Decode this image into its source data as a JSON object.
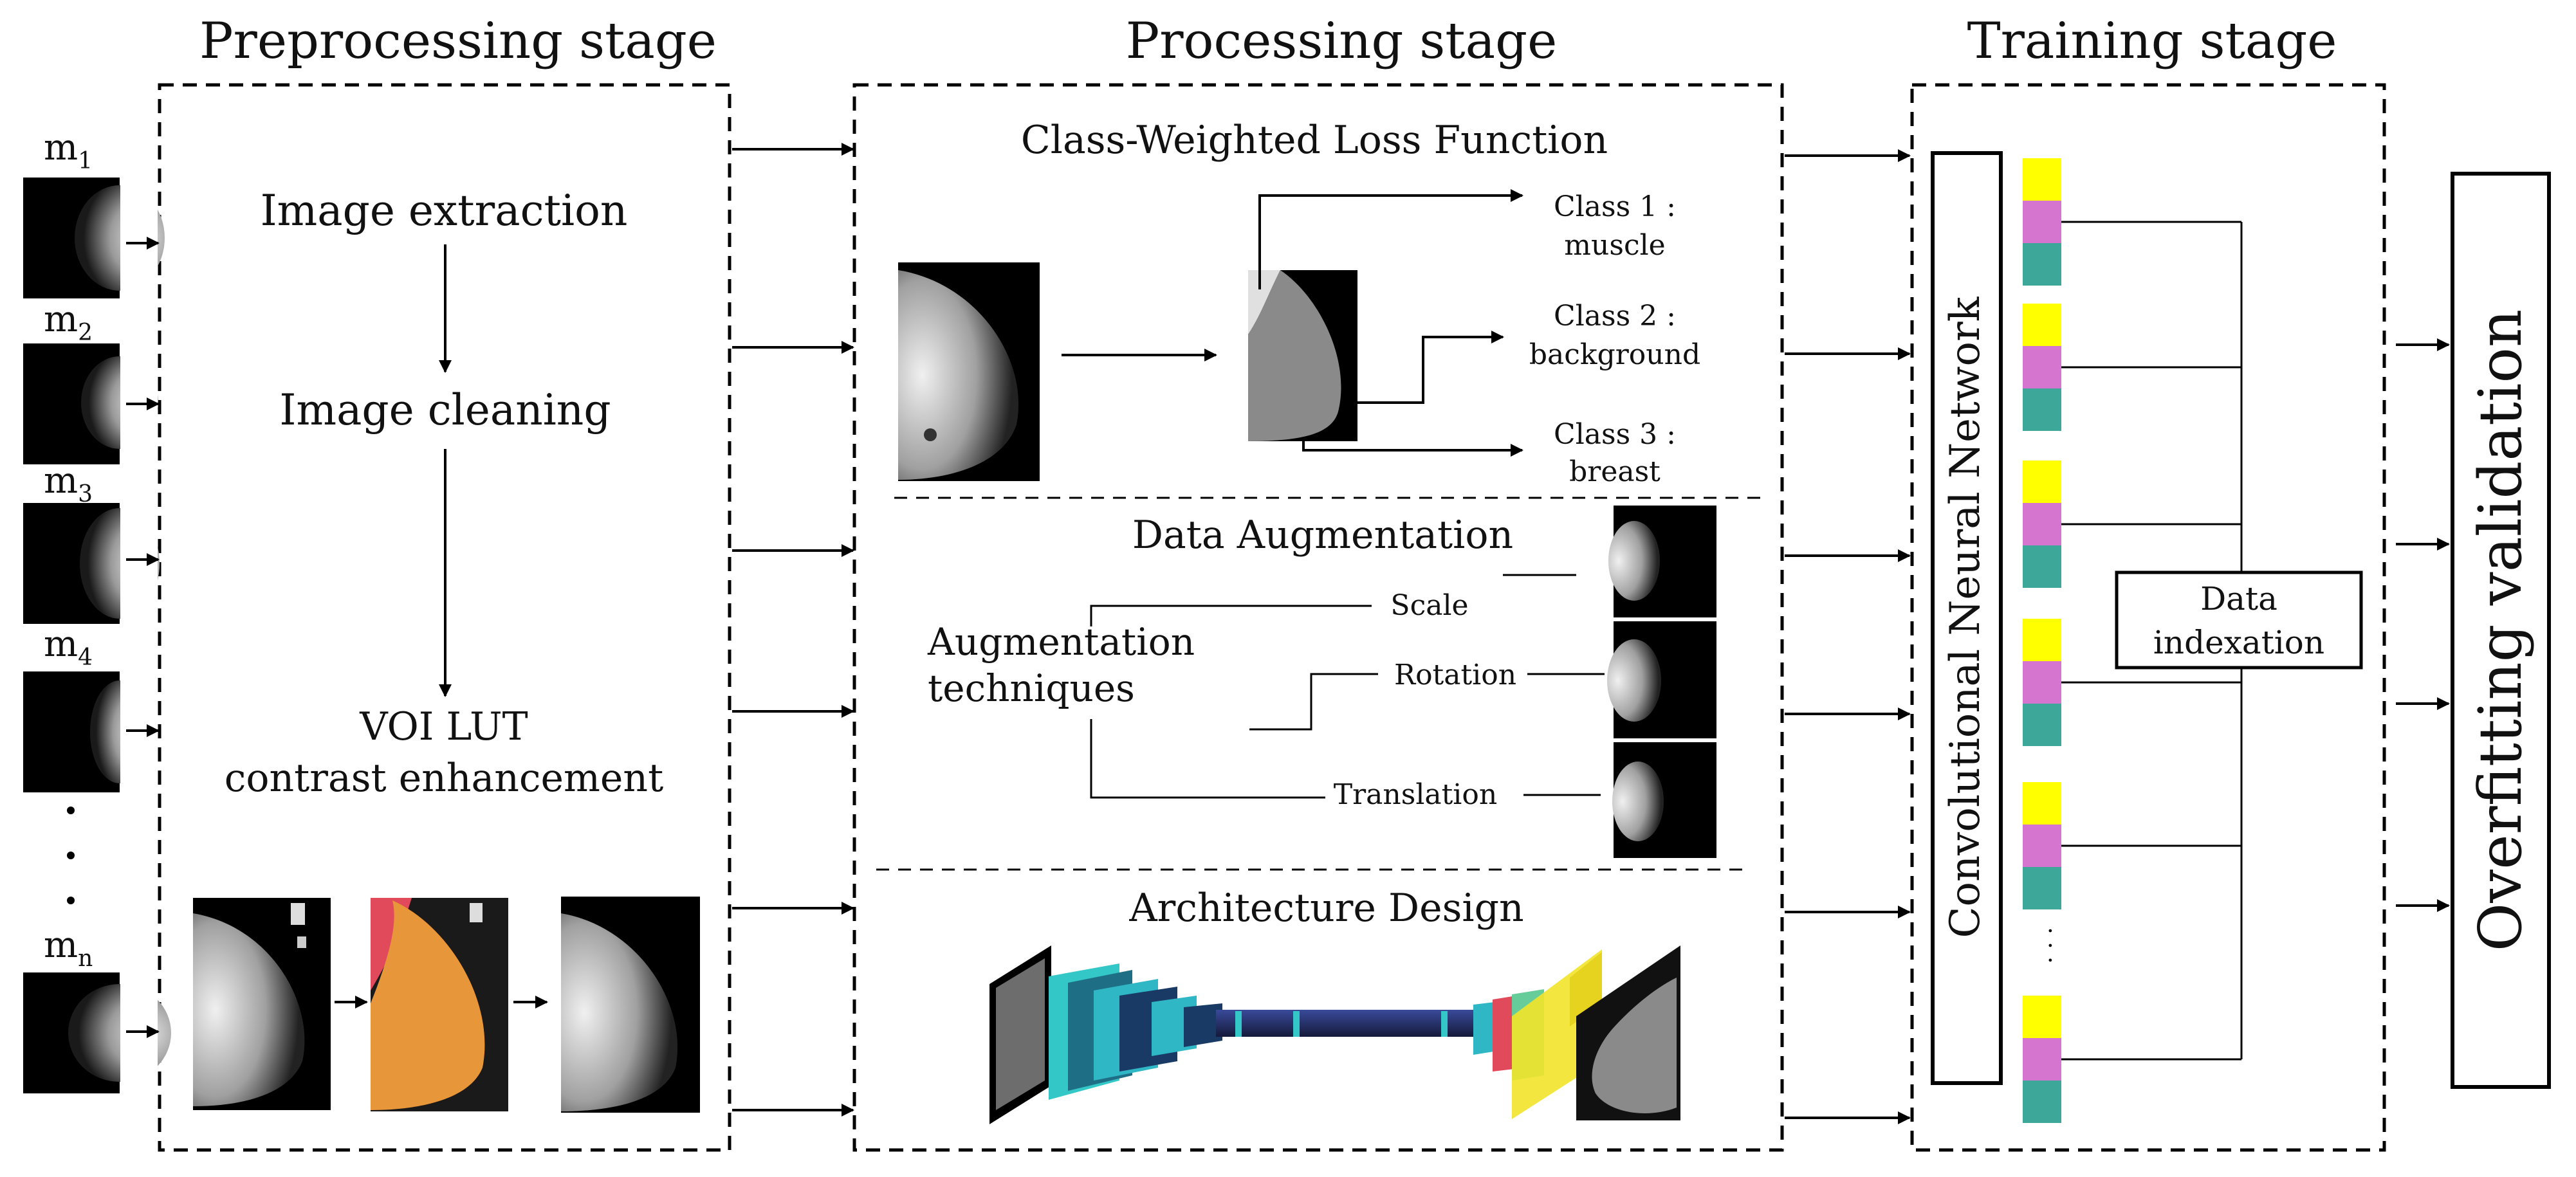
{
  "headings": {
    "preprocessing": "Preprocessing stage",
    "processing": "Processing stage",
    "training": "Training stage"
  },
  "mammograms": {
    "m1": {
      "base": "m",
      "sub": "1"
    },
    "m2": {
      "base": "m",
      "sub": "2"
    },
    "m3": {
      "base": "m",
      "sub": "3"
    },
    "m4": {
      "base": "m",
      "sub": "4"
    },
    "mn": {
      "base": "m",
      "sub": "n"
    }
  },
  "preprocessing": {
    "step1": "Image extraction",
    "step2": "Image cleaning",
    "step3_line1": "VOI LUT",
    "step3_line2": "contrast enhancement"
  },
  "loss": {
    "title": "Class-Weighted Loss Function",
    "class1_line1": "Class 1 :",
    "class1_line2": "muscle",
    "class2_line1": "Class 2 :",
    "class2_line2": "background",
    "class3_line1": "Class 3 :",
    "class3_line2": "breast"
  },
  "augmentation": {
    "title": "Data Augmentation",
    "techniques_line1": "Augmentation",
    "techniques_line2": "techniques",
    "scale": "Scale",
    "rotation": "Rotation",
    "translation": "Translation"
  },
  "architecture": {
    "title": "Architecture Design"
  },
  "training": {
    "cnn": "Convolutional Neural Network",
    "indexation_line1": "Data",
    "indexation_line2": "indexation",
    "ellipsis": "· · ·"
  },
  "validation": {
    "label": "Overfitting validation"
  },
  "colors": {
    "block_yellow": "#ffff00",
    "block_magenta": "#d575cf",
    "block_teal": "#3da89a",
    "overlay_orange": "#e8963a",
    "overlay_red": "#e04a5a",
    "layer_teal": "#33c7c7",
    "layer_yellow": "#f2e42a"
  }
}
